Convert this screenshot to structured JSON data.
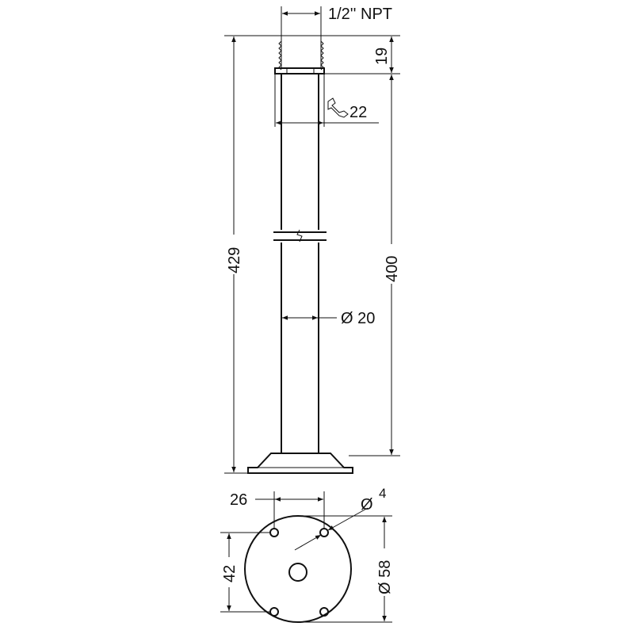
{
  "labels": {
    "thread": "1/2'' NPT",
    "height_thread": "19",
    "wrench": "22",
    "total_height": "429",
    "tube_height": "400",
    "tube_diameter": "Ø 20",
    "hole_spacing_x": "26",
    "hole_diameter_symbol": "Ø",
    "hole_diameter_value": "4",
    "hole_spacing_y": "42",
    "base_diameter": "Ø 58"
  },
  "icons": {
    "wrench": "wrench-icon"
  }
}
